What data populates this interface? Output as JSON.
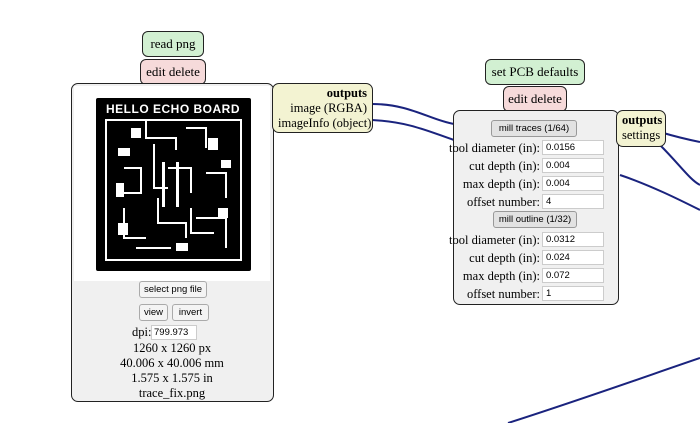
{
  "read_png": {
    "title": "read png",
    "edit_delete": "edit delete",
    "pcb_title": "HELLO ECHO BOARD",
    "select_button": "select png file",
    "view_button": "view",
    "invert_button": "invert",
    "dpi_label": "dpi:",
    "dpi_value": "799.973",
    "info": [
      "1260 x 1260 px",
      "40.006 x 40.006 mm",
      "1.575 x 1.575 in",
      "trace_fix.png"
    ],
    "outputs": {
      "header": "outputs",
      "items": [
        "image (RGBA)",
        "imageInfo (object)"
      ]
    }
  },
  "pcb_defaults": {
    "title": "set PCB defaults",
    "edit_delete": "edit delete",
    "traces_button": "mill traces (1/64)",
    "traces": [
      {
        "label": "tool diameter (in):",
        "value": "0.0156"
      },
      {
        "label": "cut depth (in):",
        "value": "0.004"
      },
      {
        "label": "max depth (in):",
        "value": "0.004"
      },
      {
        "label": "offset number:",
        "value": "4"
      }
    ],
    "outline_button": "mill outline (1/32)",
    "outline": [
      {
        "label": "tool diameter (in):",
        "value": "0.0312"
      },
      {
        "label": "cut depth (in):",
        "value": "0.024"
      },
      {
        "label": "max depth (in):",
        "value": "0.072"
      },
      {
        "label": "offset number:",
        "value": "1"
      }
    ],
    "outputs": {
      "header": "outputs",
      "items": [
        "settings"
      ]
    }
  },
  "colors": {
    "wire": "#1a237e",
    "tab_green": "#d2f0d2",
    "tab_red": "#f6dada",
    "outputs_bg": "#f3f3d2"
  }
}
